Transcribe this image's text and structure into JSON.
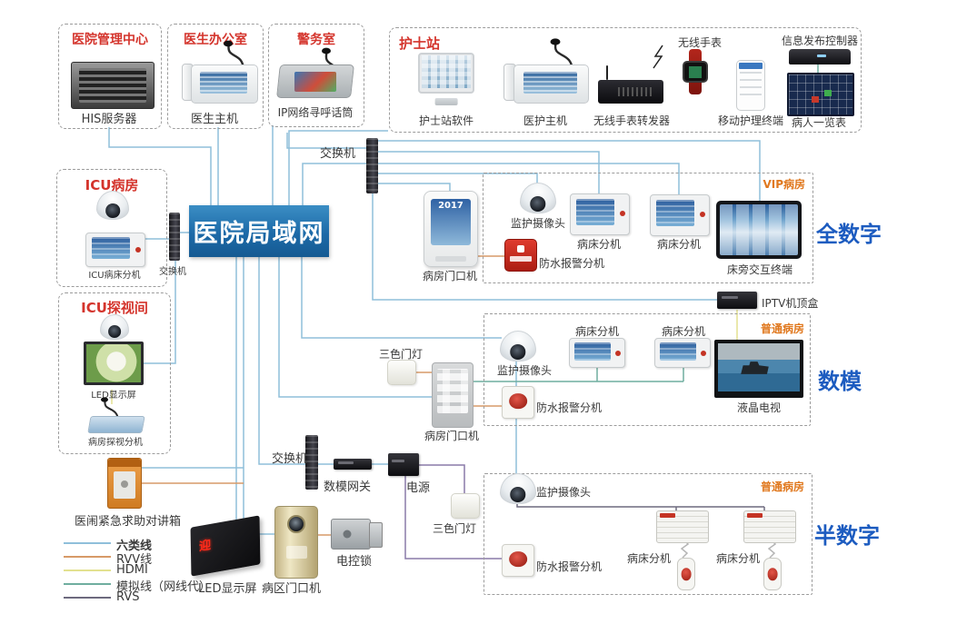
{
  "lan": {
    "label": "医院局域网"
  },
  "sections": {
    "mgmt": {
      "title": "医院管理中心"
    },
    "doctor_office": {
      "title": "医生办公室"
    },
    "police": {
      "title": "警务室"
    },
    "nurse": {
      "title": "护士站"
    },
    "icu_ward": {
      "title": "ICU病房"
    },
    "icu_visit": {
      "title": "ICU探视间"
    },
    "vip": {
      "title": "VIP病房"
    },
    "ward_dm": {
      "title": "普通病房"
    },
    "ward_semi": {
      "title": "普通病房"
    }
  },
  "side": {
    "all_digital": "全数字",
    "digital_analog": "数模",
    "semi_digital": "半数字"
  },
  "nodes": {
    "his_server": {
      "label": "HIS服务器"
    },
    "doctor_host": {
      "label": "医生主机"
    },
    "ip_paging_mic": {
      "label": "IP网络寻呼话筒"
    },
    "nurse_software": {
      "label": "护士站软件"
    },
    "medical_host": {
      "label": "医护主机"
    },
    "watch_forwarder": {
      "label": "无线手表转发器"
    },
    "wireless_watch": {
      "label": "无线手表"
    },
    "mobile_nurse_terminal": {
      "label": "移动护理终端"
    },
    "info_controller": {
      "label": "信息发布控制器"
    },
    "patient_board": {
      "label": "病人一览表"
    },
    "switch_top": {
      "label": "交换机"
    },
    "switch_left": {
      "label": "交换机"
    },
    "switch_bottom": {
      "label": "交换机"
    },
    "icu_bed_ext": {
      "label": "ICU病床分机"
    },
    "visit_led": {
      "label": "LED显示屏"
    },
    "visit_ext": {
      "label": "病房探视分机"
    },
    "door_vip": {
      "label": "病房门口机",
      "screen_text": "2017"
    },
    "cam_vip": {
      "label": "监护摄像头"
    },
    "alarm_vip": {
      "label": "防水报警分机"
    },
    "bed_vip1": {
      "label": "病床分机"
    },
    "bed_vip2": {
      "label": "病床分机"
    },
    "bedside_terminal": {
      "label": "床旁交互终端"
    },
    "iptv": {
      "label": "IPTV机顶盒"
    },
    "cam_dm": {
      "label": "监护摄像头"
    },
    "bed_dm1": {
      "label": "病床分机"
    },
    "bed_dm2": {
      "label": "病床分机"
    },
    "lcd_tv": {
      "label": "液晶电视"
    },
    "alarm_dm": {
      "label": "防水报警分机"
    },
    "tricolor_mid": {
      "label": "三色门灯"
    },
    "door_mid": {
      "label": "病房门口机"
    },
    "gateway": {
      "label": "数模网关"
    },
    "power": {
      "label": "电源"
    },
    "tricolor_btm": {
      "label": "三色门灯"
    },
    "intercom_box": {
      "label": "医闹紧急求助对讲箱"
    },
    "led_display": {
      "label": "LED显示屏"
    },
    "door_area": {
      "label": "病区门口机"
    },
    "lock": {
      "label": "电控锁"
    },
    "cam_semi": {
      "label": "监护摄像头"
    },
    "alarm_semi": {
      "label": "防水报警分机"
    },
    "bed_semi1": {
      "label": "病床分机"
    },
    "bed_semi2": {
      "label": "病床分机"
    }
  },
  "legend": {
    "items": [
      {
        "label": "六类线",
        "color": "#8fbfda"
      },
      {
        "label": "RVV线",
        "color": "#d79a68"
      },
      {
        "label": "HDMI",
        "color": "#e3e190"
      },
      {
        "label": "模拟线（网线代）",
        "color": "#6fae9f"
      },
      {
        "label": "RVS",
        "color": "#6d6a7e"
      }
    ]
  },
  "colors": {
    "lan_box": "#1d6aa8",
    "section_title_red": "#d4342c",
    "section_title_orange": "#e0781e",
    "side_label_blue": "#1d5cc0"
  }
}
